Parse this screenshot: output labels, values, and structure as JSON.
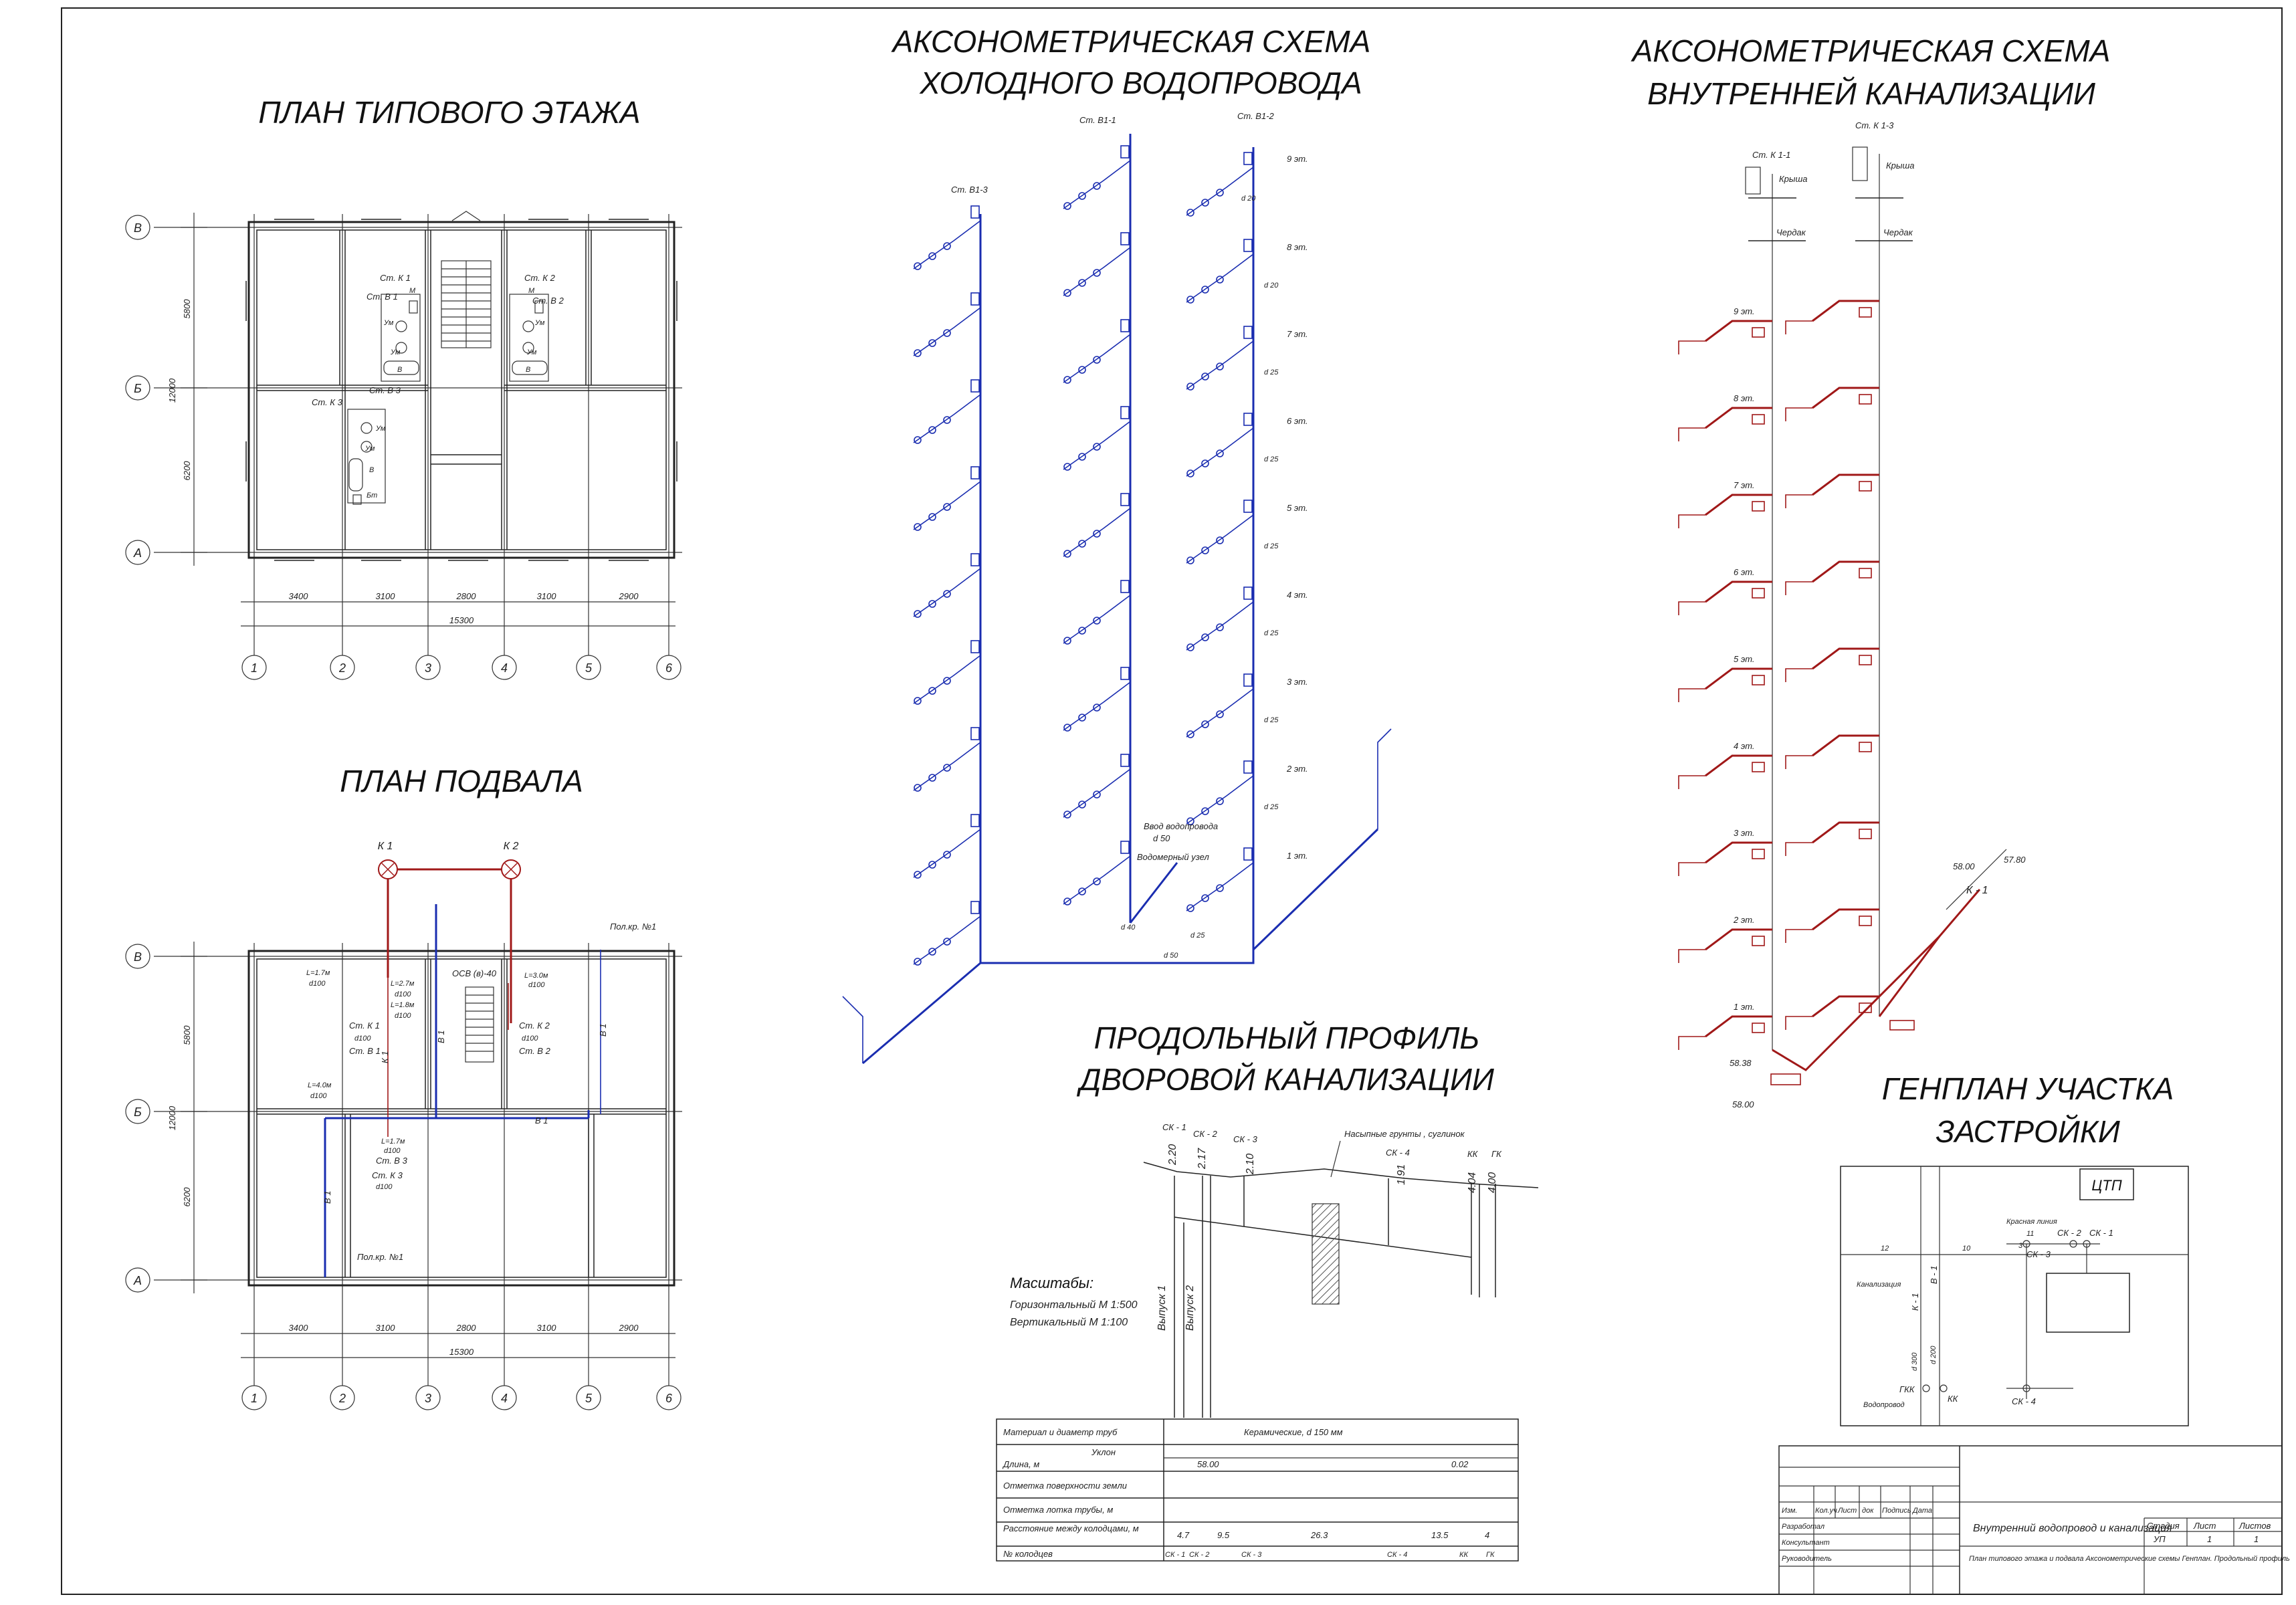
{
  "titles": {
    "floor_plan": "ПЛАН ТИПОВОГО ЭТАЖА",
    "basement_plan": "ПЛАН ПОДВАЛА",
    "water_axon_1": "АКСОНОМЕТРИЧЕСКАЯ СХЕМА",
    "water_axon_2": "ХОЛОДНОГО ВОДОПРОВОДА",
    "sewer_axon_1": "АКСОНОМЕТРИЧЕСКАЯ СХЕМА",
    "sewer_axon_2": "ВНУТРЕННЕЙ КАНАЛИЗАЦИИ",
    "profile_1": "ПРОДОЛЬНЫЙ ПРОФИЛЬ",
    "profile_2": "ДВОРОВОЙ КАНАЛИЗАЦИИ",
    "genplan_1": "ГЕНПЛАН УЧАСТКА",
    "genplan_2": "ЗАСТРОЙКИ"
  },
  "floor_plan": {
    "row_axes": [
      "В",
      "Б",
      "А"
    ],
    "col_axes": [
      "1",
      "2",
      "3",
      "4",
      "5",
      "6"
    ],
    "col_dims": [
      "3400",
      "3100",
      "2800",
      "3100",
      "2900"
    ],
    "total_dim": "15300",
    "row_dims": [
      "5800",
      "6200"
    ],
    "total_row_dim": "12000",
    "risers": [
      "Ст. К 1",
      "Ст. В 1",
      "Ст. К 2",
      "Ст. В 2",
      "Ст. К 3",
      "Ст. В 3"
    ],
    "fixtures": [
      "Ум",
      "Ум",
      "Ум",
      "Ум",
      "В",
      "В",
      "Ум",
      "Ум",
      "В",
      "Бт",
      "М",
      "М"
    ]
  },
  "basement_plan": {
    "wells": [
      "К 1",
      "К 2"
    ],
    "row_axes": [
      "В",
      "Б",
      "А"
    ],
    "col_axes": [
      "1",
      "2",
      "3",
      "4",
      "5",
      "6"
    ],
    "col_dims": [
      "3400",
      "3100",
      "2800",
      "3100",
      "2900"
    ],
    "total_dim": "15300",
    "row_dims": [
      "5800",
      "6200"
    ],
    "total_row_dim": "12000",
    "labels": [
      "L=1.7м",
      "d100",
      "L=2.7м",
      "d100",
      "L=1.8м",
      "d100",
      "Ст. К 1",
      "d100",
      "Ст. В 1",
      "L=4.0м",
      "d100",
      "ОСВ (в)-40",
      "L=3.0м",
      "d100",
      "Ст. К 2",
      "d100",
      "Ст. В 2",
      "L=1.7м",
      "d100",
      "Ст. В 3",
      "Ст. К 3",
      "d100",
      "Пол.кр. №1",
      "Пол.кр. №1",
      "В 1",
      "В 1",
      "В 1",
      "В 1",
      "К 1"
    ]
  },
  "water_axon": {
    "risers": [
      "Ст. В1-3",
      "Ст. В1-1",
      "Ст. В1-2"
    ],
    "floors": [
      "9 эт.",
      "8 эт.",
      "7 эт.",
      "6 эт.",
      "5 эт.",
      "4 эт.",
      "3 эт.",
      "2 эт.",
      "1 эт."
    ],
    "labels": [
      "Ввод водопровода",
      "d 50",
      "Водомерный узел",
      "d 20",
      "d 20",
      "d 25",
      "d 25",
      "d 25",
      "d 25",
      "d 25",
      "d 25",
      "d 50",
      "d 40",
      "d 25"
    ]
  },
  "sewer_axon": {
    "risers": [
      "Ст. К 1-1",
      "Ст. К 1-3"
    ],
    "top_labels": [
      "Крыша",
      "Крыша",
      "Чердак",
      "Чердак"
    ],
    "floors": [
      "9 эт.",
      "8 эт.",
      "7 эт.",
      "6 эт.",
      "5 эт.",
      "4 эт.",
      "3 эт.",
      "2 эт.",
      "1 эт."
    ],
    "labels": [
      "К - 1",
      "57.80",
      "58.00",
      "58.38",
      "58.00"
    ]
  },
  "profile": {
    "wells_top": [
      "СК - 1",
      "СК - 2",
      "СК - 3",
      "СК - 4",
      "КК",
      "ГК"
    ],
    "depths": [
      "2.20",
      "2.17",
      "2.10",
      "1.91",
      "4.04",
      "4.00"
    ],
    "soil_label": "Насыпные грунты , суглинок",
    "outlets": [
      "Выпуск 1",
      "Выпуск 2"
    ],
    "scales_title": "Масштабы:",
    "scale_h": "Горизонтальный М 1:500",
    "scale_v": "Вертикальный М 1:100",
    "table_rows": [
      "Материал и диаметр труб",
      "Уклон",
      "Длина, м",
      "Отметка поверхности земли",
      "Отметка лотка трубы, м",
      "Расстояние между колодцами, м",
      "№ колодцев"
    ],
    "material": "Керамические, d 150 мм",
    "length": "58.00",
    "slope": "0.02",
    "distances": [
      "4.7",
      "9.5",
      "26.3",
      "13.5",
      "4"
    ],
    "well_numbers": [
      "СК - 1",
      "СК - 2",
      "СК - 3",
      "СК - 4",
      "КК",
      "ГК"
    ]
  },
  "genplan": {
    "box_label": "ЦТП",
    "labels": [
      "Красная линия",
      "СК - 2",
      "СК - 1",
      "СК - 3",
      "Канализация",
      "К - 1",
      "В - 1",
      "d 300",
      "d 200",
      "ГКК",
      "КК",
      "Водопровод",
      "СК - 4",
      "12",
      "3",
      "10",
      "11"
    ]
  },
  "stamp": {
    "header_cols": [
      "Изм.",
      "Кол.уч",
      "Лист",
      "док",
      "Подпись",
      "Дата"
    ],
    "roles": [
      "Разработал",
      "Консультант",
      "Руководитель"
    ],
    "title": "Внутренний водопровод и канализация",
    "contents": "План типового этажа и подвала Аксонометрические схемы Генплан. Продольный профиль",
    "cols": [
      "Стадия",
      "Лист",
      "Листов"
    ],
    "vals": [
      "УП",
      "1",
      "1"
    ]
  }
}
